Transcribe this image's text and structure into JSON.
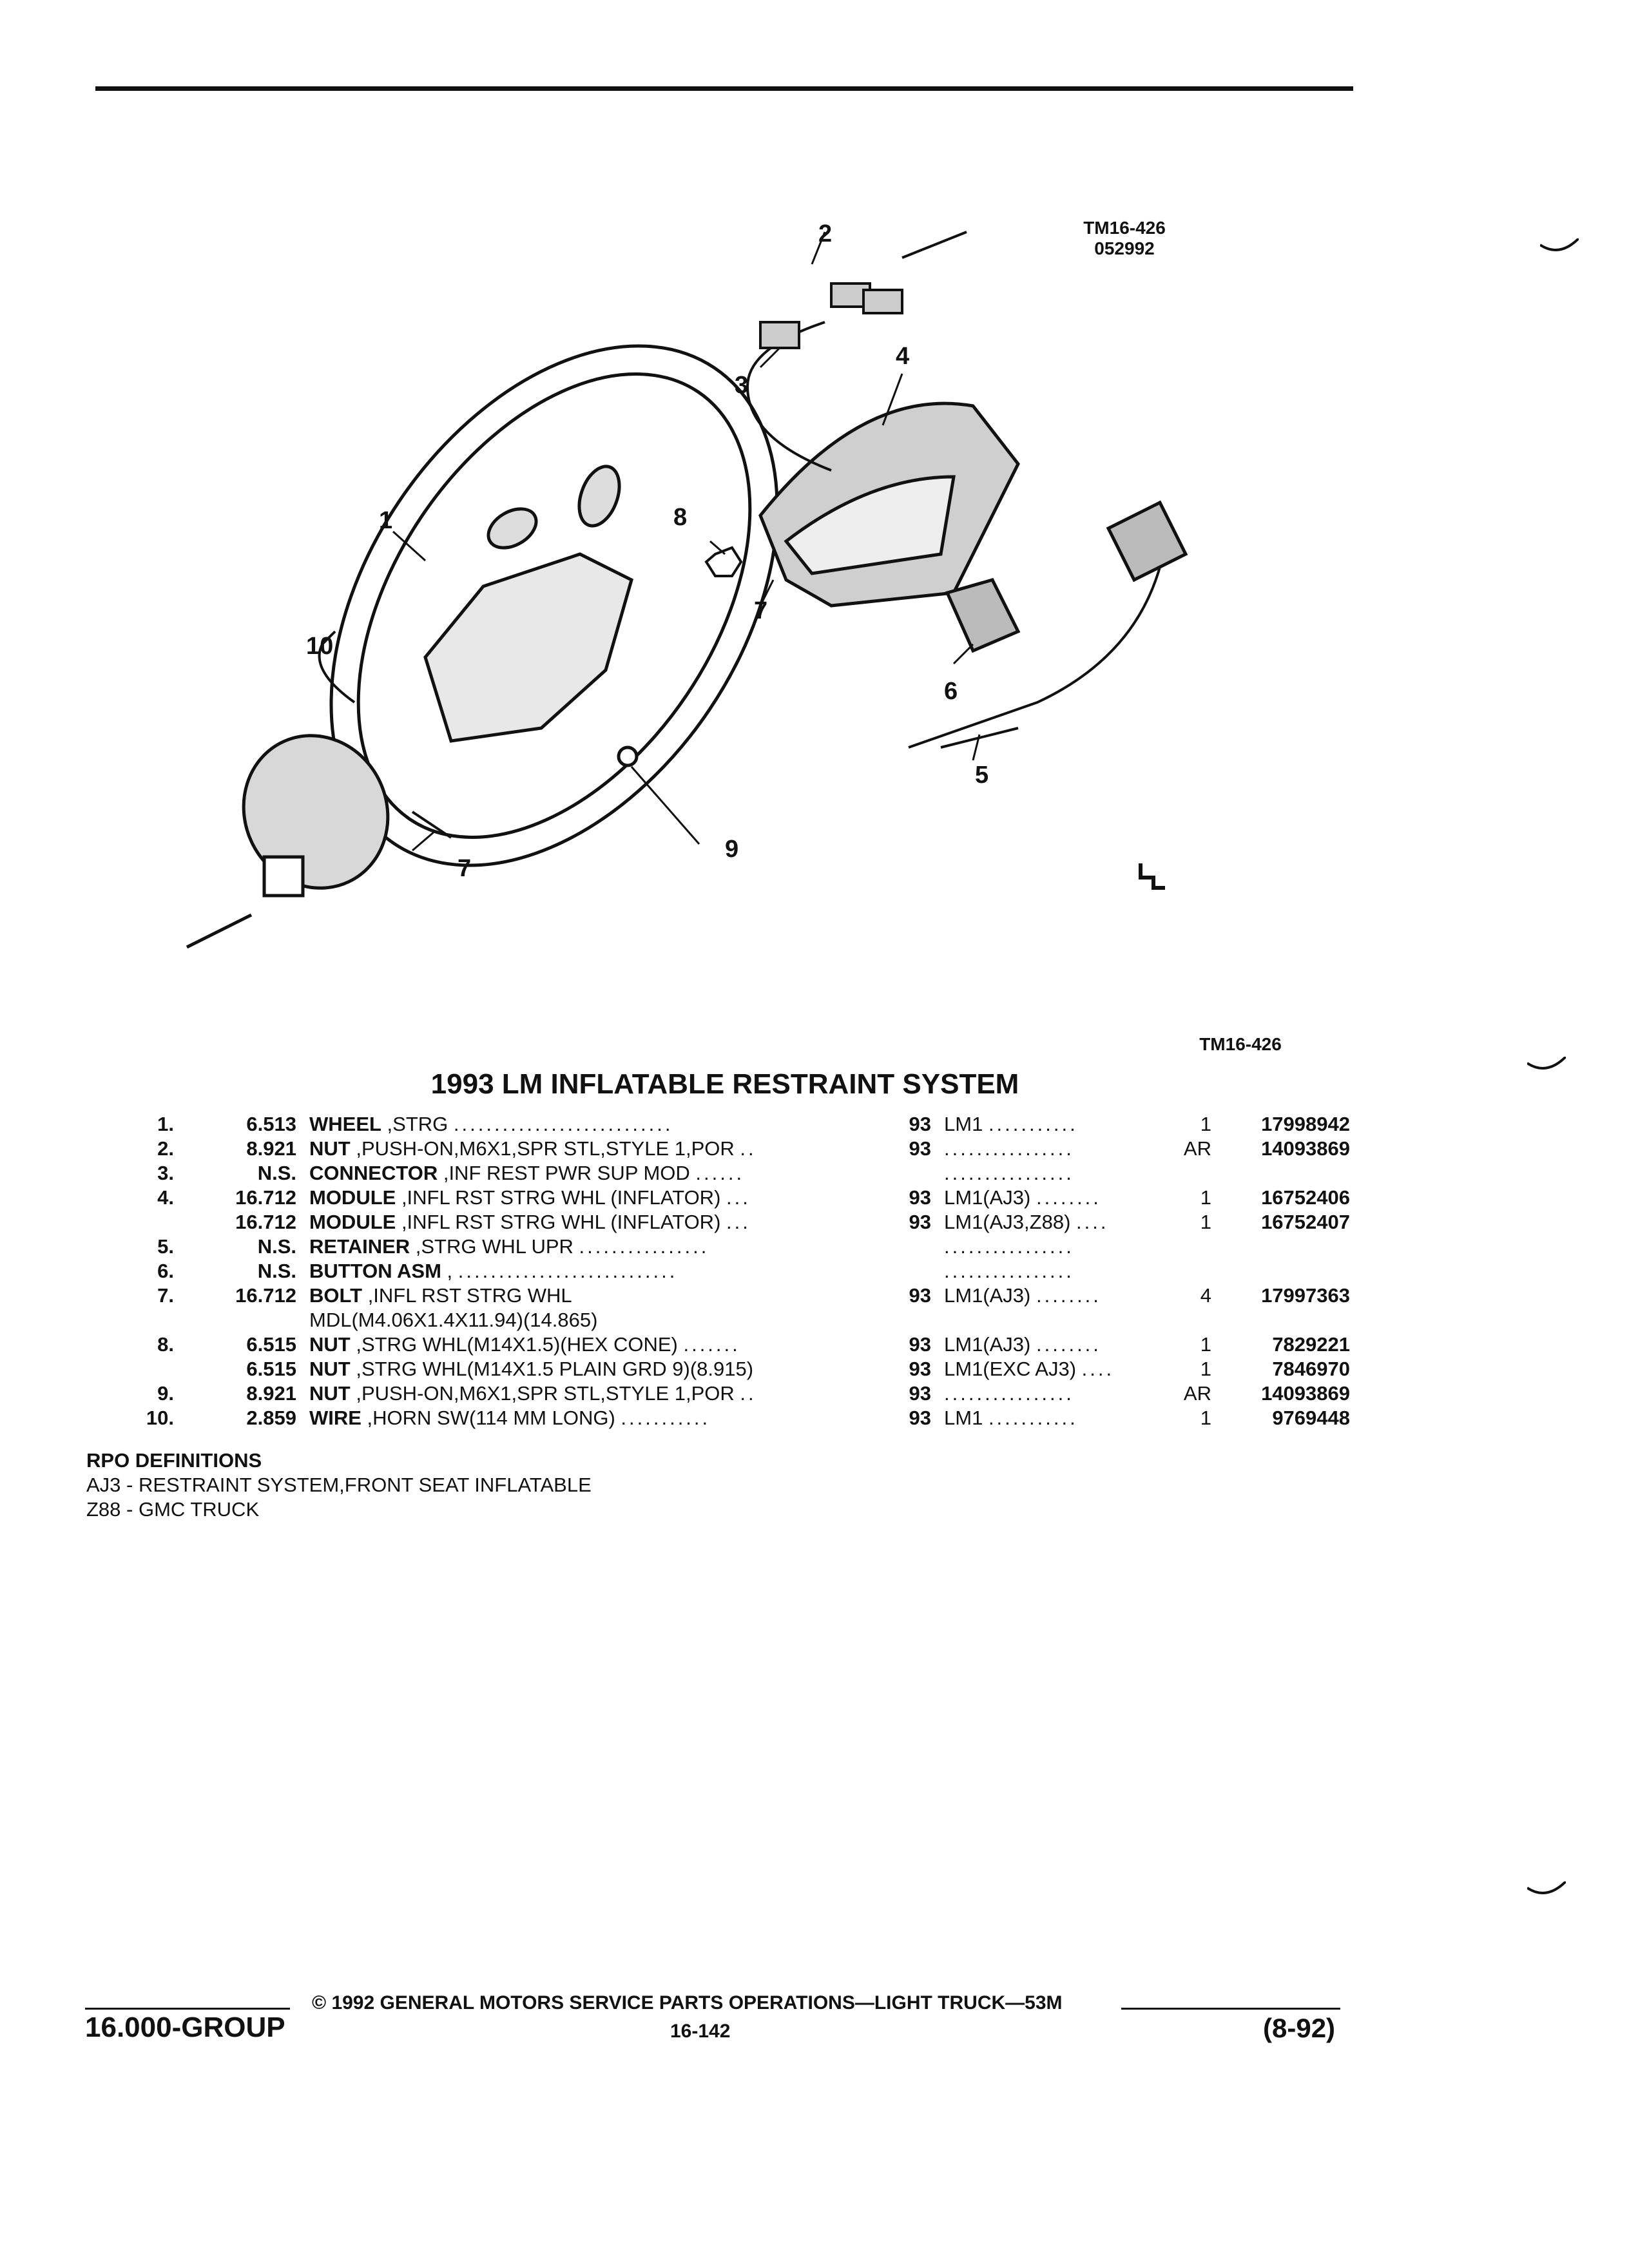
{
  "figure": {
    "ref_id": "TM16-426",
    "ref_code": "052992",
    "callouts": [
      "1",
      "2",
      "3",
      "4",
      "5",
      "6",
      "7",
      "7",
      "8",
      "9",
      "10"
    ],
    "figure_id_bottom": "TM16-426"
  },
  "title": "1993 LM INFLATABLE RESTRAINT SYSTEM",
  "parts": [
    {
      "item": "1.",
      "group": "6.513",
      "name": "WHEEL",
      "desc": " ,STRG",
      "desc_dots": "...........................",
      "year": "93",
      "usage": "LM1",
      "usage_dots": "...........",
      "qty": "1",
      "part_no": "17998942"
    },
    {
      "item": "2.",
      "group": "8.921",
      "name": "NUT",
      "desc": " ,PUSH-ON,M6X1,SPR STL,STYLE 1,POR",
      "desc_dots": "..",
      "year": "93",
      "usage": "",
      "usage_dots": "................",
      "qty": "AR",
      "part_no": "14093869"
    },
    {
      "item": "3.",
      "group": "N.S.",
      "name": "CONNECTOR",
      "desc": " ,INF REST PWR SUP MOD",
      "desc_dots": "......",
      "year": "",
      "usage": "",
      "usage_dots": "................",
      "qty": "",
      "part_no": ""
    },
    {
      "item": "4.",
      "group": "16.712",
      "name": "MODULE",
      "desc": " ,INFL RST STRG WHL (INFLATOR)",
      "desc_dots": "...",
      "year": "93",
      "usage": "LM1(AJ3)",
      "usage_dots": "........",
      "qty": "1",
      "part_no": "16752406"
    },
    {
      "item": "",
      "group": "16.712",
      "name": "MODULE",
      "desc": " ,INFL RST STRG WHL (INFLATOR)",
      "desc_dots": "...",
      "year": "93",
      "usage": "LM1(AJ3,Z88)",
      "usage_dots": "....",
      "qty": "1",
      "part_no": "16752407"
    },
    {
      "item": "5.",
      "group": "N.S.",
      "name": "RETAINER",
      "desc": " ,STRG WHL UPR",
      "desc_dots": "................",
      "year": "",
      "usage": "",
      "usage_dots": "................",
      "qty": "",
      "part_no": ""
    },
    {
      "item": "6.",
      "group": "N.S.",
      "name": "BUTTON ASM",
      "desc": " ,",
      "desc_dots": "...........................",
      "year": "",
      "usage": "",
      "usage_dots": "................",
      "qty": "",
      "part_no": ""
    },
    {
      "item": "7.",
      "group": "16.712",
      "name": "BOLT",
      "desc": " ,INFL RST STRG WHL",
      "desc_dots": "",
      "year": "93",
      "usage": "LM1(AJ3)",
      "usage_dots": "........",
      "qty": "4",
      "part_no": "17997363"
    },
    {
      "item": "",
      "group": "",
      "name": "",
      "desc": "MDL(M4.06X1.4X11.94)(14.865)",
      "desc_dots": "",
      "year": "",
      "usage": "",
      "usage_dots": "",
      "qty": "",
      "part_no": ""
    },
    {
      "item": "8.",
      "group": "6.515",
      "name": "NUT",
      "desc": " ,STRG WHL(M14X1.5)(HEX CONE)",
      "desc_dots": ".......",
      "year": "93",
      "usage": "LM1(AJ3)",
      "usage_dots": "........",
      "qty": "1",
      "part_no": "7829221"
    },
    {
      "item": "",
      "group": "6.515",
      "name": "NUT",
      "desc": " ,STRG WHL(M14X1.5 PLAIN GRD 9)(8.915)",
      "desc_dots": "",
      "year": "93",
      "usage": "LM1(EXC AJ3)",
      "usage_dots": "....",
      "qty": "1",
      "part_no": "7846970"
    },
    {
      "item": "9.",
      "group": "8.921",
      "name": "NUT",
      "desc": " ,PUSH-ON,M6X1,SPR STL,STYLE 1,POR",
      "desc_dots": "..",
      "year": "93",
      "usage": "",
      "usage_dots": "................",
      "qty": "AR",
      "part_no": "14093869"
    },
    {
      "item": "10.",
      "group": "2.859",
      "name": "WIRE",
      "desc": " ,HORN SW(114 MM LONG)",
      "desc_dots": "...........",
      "year": "93",
      "usage": "LM1",
      "usage_dots": "...........",
      "qty": "1",
      "part_no": "9769448"
    }
  ],
  "rpo": {
    "heading": "RPO DEFINITIONS",
    "items": [
      "AJ3 - RESTRAINT SYSTEM,FRONT SEAT INFLATABLE",
      "Z88 - GMC TRUCK"
    ]
  },
  "footer": {
    "copyright": "© 1992 GENERAL MOTORS SERVICE PARTS OPERATIONS—LIGHT TRUCK—53M",
    "group": "16.000-GROUP",
    "page": "16-142",
    "date": "(8-92)"
  }
}
